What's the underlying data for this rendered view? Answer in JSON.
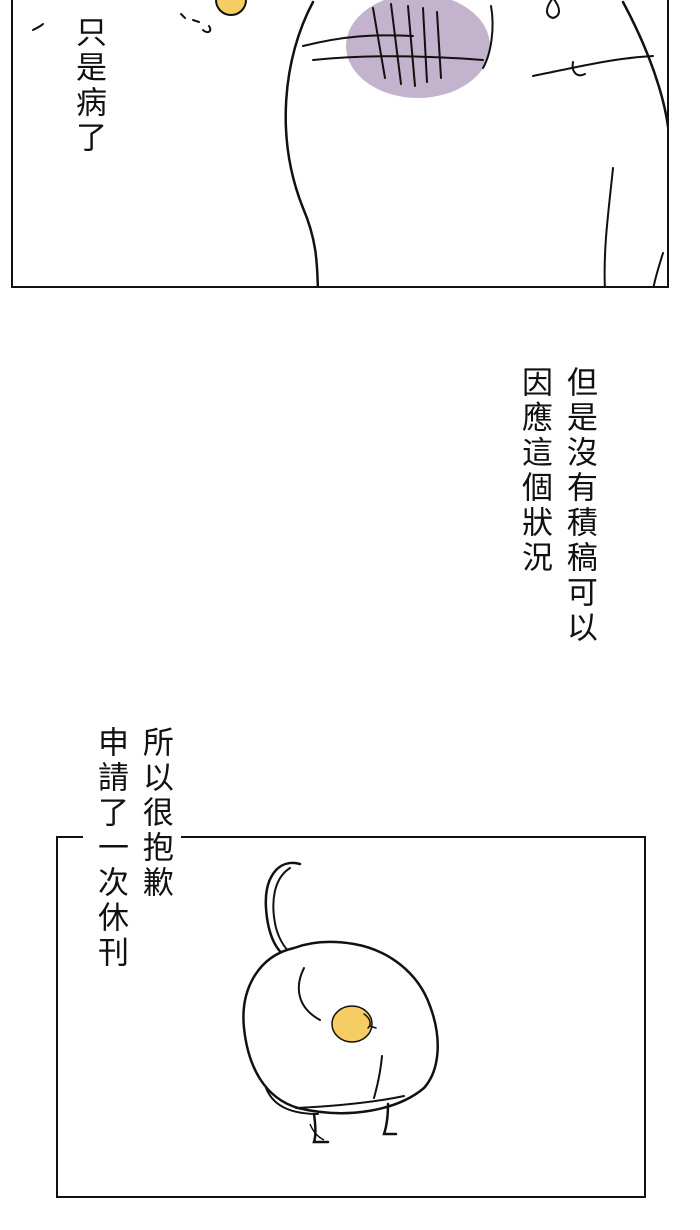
{
  "page": {
    "background_color": "#ffffff",
    "ink_color": "#111111"
  },
  "captions": {
    "top": "只是病了",
    "middle": "但是沒有積稿可以\n因應這個狀況",
    "bottom": "所以很抱歉\n申請了一次休刊"
  },
  "artwork": {
    "top_panel": "white-cat-closeup-with-purple-bruise",
    "bottom_panel": "white-cat-from-behind-holding-yellow-chick",
    "bruise_color": "#b8a6c4",
    "chick_color": "#f6cd62"
  }
}
